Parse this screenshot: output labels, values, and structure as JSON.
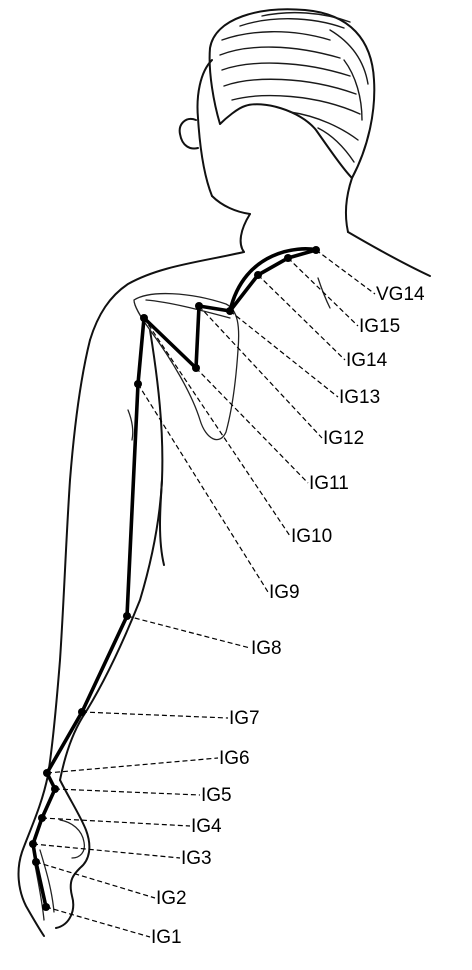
{
  "points": [
    {
      "id": "vg14",
      "label": "VG14"
    },
    {
      "id": "ig15",
      "label": "IG15"
    },
    {
      "id": "ig14",
      "label": "IG14"
    },
    {
      "id": "ig13",
      "label": "IG13"
    },
    {
      "id": "ig12",
      "label": "IG12"
    },
    {
      "id": "ig11",
      "label": "IG11"
    },
    {
      "id": "ig10",
      "label": "IG10"
    },
    {
      "id": "ig9",
      "label": "IG9"
    },
    {
      "id": "ig8",
      "label": "IG8"
    },
    {
      "id": "ig7",
      "label": "IG7"
    },
    {
      "id": "ig6",
      "label": "IG6"
    },
    {
      "id": "ig5",
      "label": "IG5"
    },
    {
      "id": "ig4",
      "label": "IG4"
    },
    {
      "id": "ig3",
      "label": "IG3"
    },
    {
      "id": "ig2",
      "label": "IG2"
    },
    {
      "id": "ig1",
      "label": "IG1"
    }
  ]
}
